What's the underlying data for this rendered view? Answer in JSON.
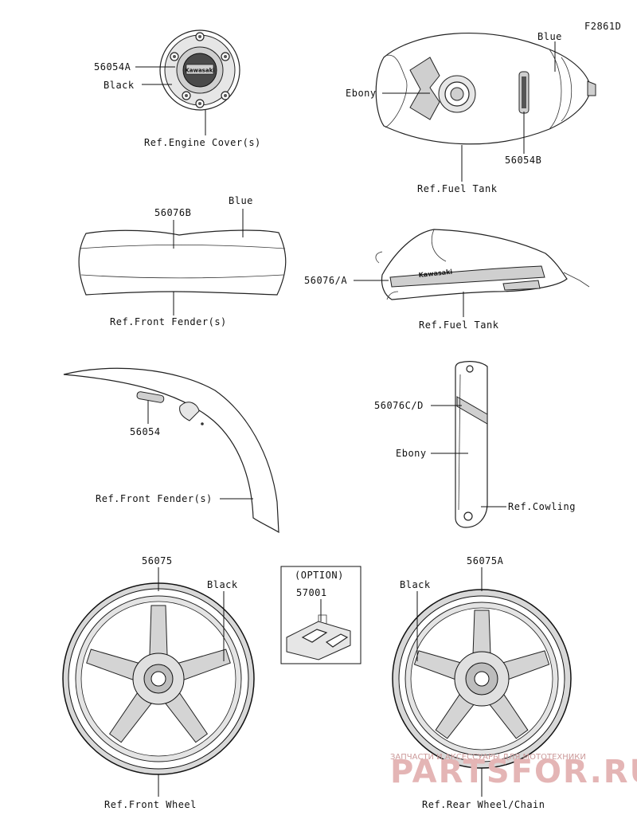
{
  "figure_code": "F2861D",
  "engine_cover": {
    "part": "56054A",
    "color": "Black",
    "ref": "Ref.Engine Cover(s)",
    "logo_text": "Kawasaki"
  },
  "fuel_tank_top": {
    "color": "Blue",
    "color2": "Ebony",
    "part": "56054B",
    "ref": "Ref.Fuel Tank"
  },
  "front_fender_side": {
    "part": "56076B",
    "color": "Blue",
    "ref": "Ref.Front Fender(s)"
  },
  "fuel_tank_side": {
    "part": "56076/A",
    "ref": "Ref.Fuel Tank",
    "logo_text": "Kawasaki"
  },
  "front_fender": {
    "part": "56054",
    "ref": "Ref.Front Fender(s)"
  },
  "cowling": {
    "part": "56076C/D",
    "color": "Ebony",
    "ref": "Ref.Cowling"
  },
  "front_wheel": {
    "part": "56075",
    "color": "Black",
    "ref": "Ref.Front Wheel"
  },
  "option": {
    "title": "(OPTION)",
    "part": "57001"
  },
  "rear_wheel": {
    "part": "56075A",
    "color": "Black",
    "ref": "Ref.Rear Wheel/Chain"
  },
  "watermark": {
    "top": "ЗАПЧАСТИ И АКСЕССУАРЫ ДЛЯ МОТОТЕХНИКИ",
    "brand": "PARTSFOR.RU"
  }
}
